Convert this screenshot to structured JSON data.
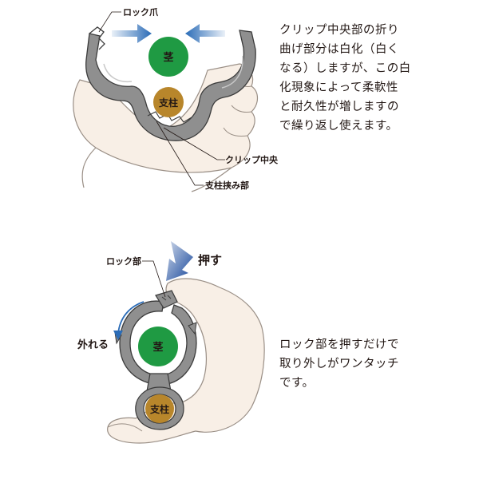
{
  "top": {
    "label_lock_claw": "ロック爪",
    "label_stem": "茎",
    "label_support": "支柱",
    "label_clip_center": "クリップ中央",
    "label_support_grip": "支柱挟み部",
    "description": "クリップ中央部の折り\n曲げ部分は白化（白く\nなる）しますが、この白\n化現象によって柔軟性\nと耐久性が増しますの\nで繰り返し使えます。"
  },
  "bottom": {
    "label_push": "押す",
    "label_lock_part": "ロック部",
    "label_release": "外れる",
    "label_stem": "茎",
    "label_support": "支柱",
    "description": "ロック部を押すだけで\n取り外しがワンタッチ\nです。"
  },
  "colors": {
    "stem_green": "#1f9a43",
    "support_brown": "#b8862b",
    "arrow_blue": "#2b6cb7",
    "push_arrow_blue": "#16469a",
    "clip_gray": "#8a8a8a",
    "skin": "#f8efe6"
  }
}
